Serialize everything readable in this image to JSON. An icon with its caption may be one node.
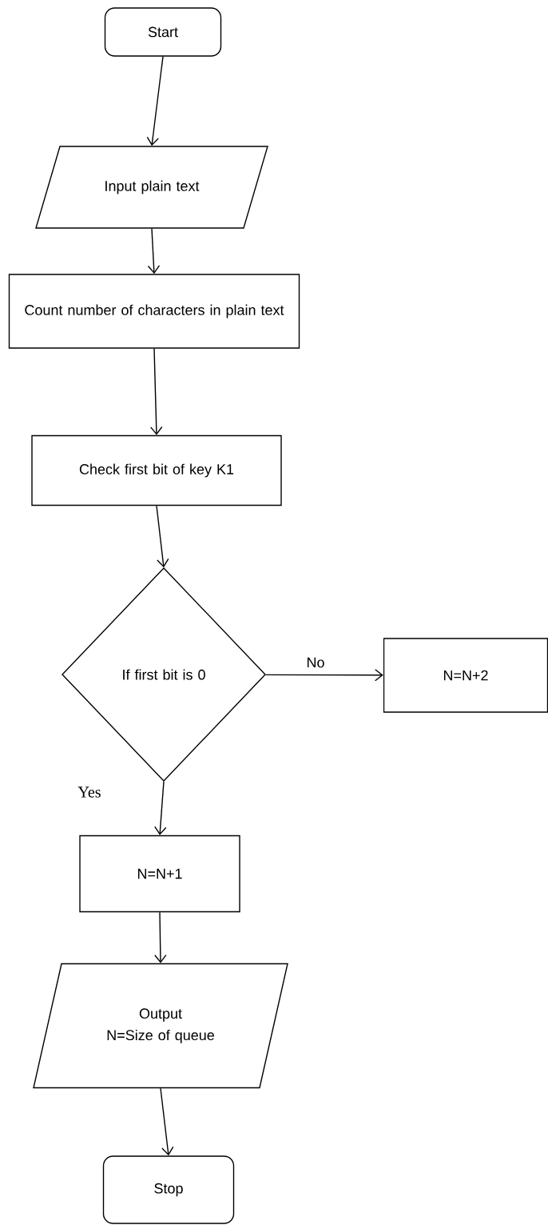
{
  "diagram": {
    "nodes": [
      {
        "text": [
          "Start"
        ]
      },
      {
        "text": [
          "Input plain text"
        ]
      },
      {
        "text": [
          "Count number of characters in plain text"
        ]
      },
      {
        "text": [
          "Check first bit of key K1"
        ]
      },
      {
        "text": [
          "If first bit is 0"
        ]
      },
      {
        "text": [
          "N=N+2"
        ]
      },
      {
        "text": [
          "N=N+1"
        ]
      },
      {
        "text": [
          "Output",
          "N=Size of queue"
        ]
      },
      {
        "text": [
          "Stop"
        ]
      }
    ],
    "edges": [
      {
        "from": 0,
        "to": 1,
        "arrow": "to"
      },
      {
        "from": 1,
        "to": 2,
        "arrow": "to"
      },
      {
        "from": 2,
        "to": 3,
        "arrow": "to"
      },
      {
        "from": 3,
        "to": 4,
        "arrow": "to"
      },
      {
        "from": 4,
        "to": 5,
        "arrow": "to",
        "label": "No"
      },
      {
        "from": 4,
        "to": 6,
        "arrow": "to",
        "label": "Yes"
      },
      {
        "from": 6,
        "to": 7,
        "arrow": "to"
      },
      {
        "from": 7,
        "to": 8,
        "arrow": "to"
      }
    ]
  }
}
